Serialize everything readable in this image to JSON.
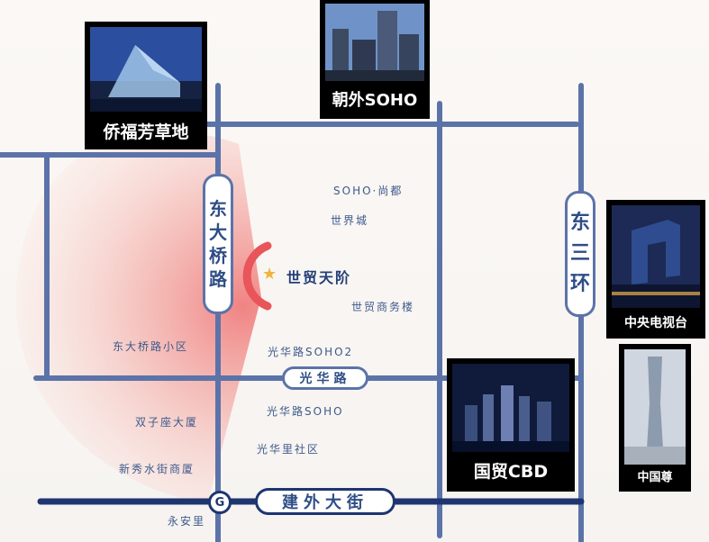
{
  "roads": {
    "dongdaqiao": [
      "东",
      "大",
      "桥",
      "路"
    ],
    "dongsanhuan": [
      "东",
      "三",
      "环"
    ],
    "guanghua": "光华路",
    "jianwai": "建外大街"
  },
  "places": {
    "soho_shangdu": "SOHO·尚都",
    "shijiecheng": "世界城",
    "main_site": "世贸天阶",
    "shimao_business": "世贸商务楼",
    "dongdaqiao_community": "东大桥路小区",
    "guanghua_soho2": "光华路SOHO2",
    "shuangzizuo": "双子座大厦",
    "guanghua_soho": "光华路SOHO",
    "guanghuali": "光华里社区",
    "xinxiu": "新秀水街商厦",
    "yonganli": "永安里"
  },
  "landmarks": {
    "qiaofu": "侨福芳草地",
    "chaowai": "朝外SOHO",
    "cctv": "中央电视台",
    "guomao": "国贸CBD",
    "zhongguozun": "中国尊"
  },
  "icons": {
    "main_site_marker": "star-icon",
    "station": "subway-ring-icon",
    "station_glyph": "G"
  },
  "colors": {
    "road": "#5b73a8",
    "main_road": "#1f3570",
    "label": "#3d5a8c",
    "highlight": "#e8555a",
    "star": "#f0b43a"
  }
}
